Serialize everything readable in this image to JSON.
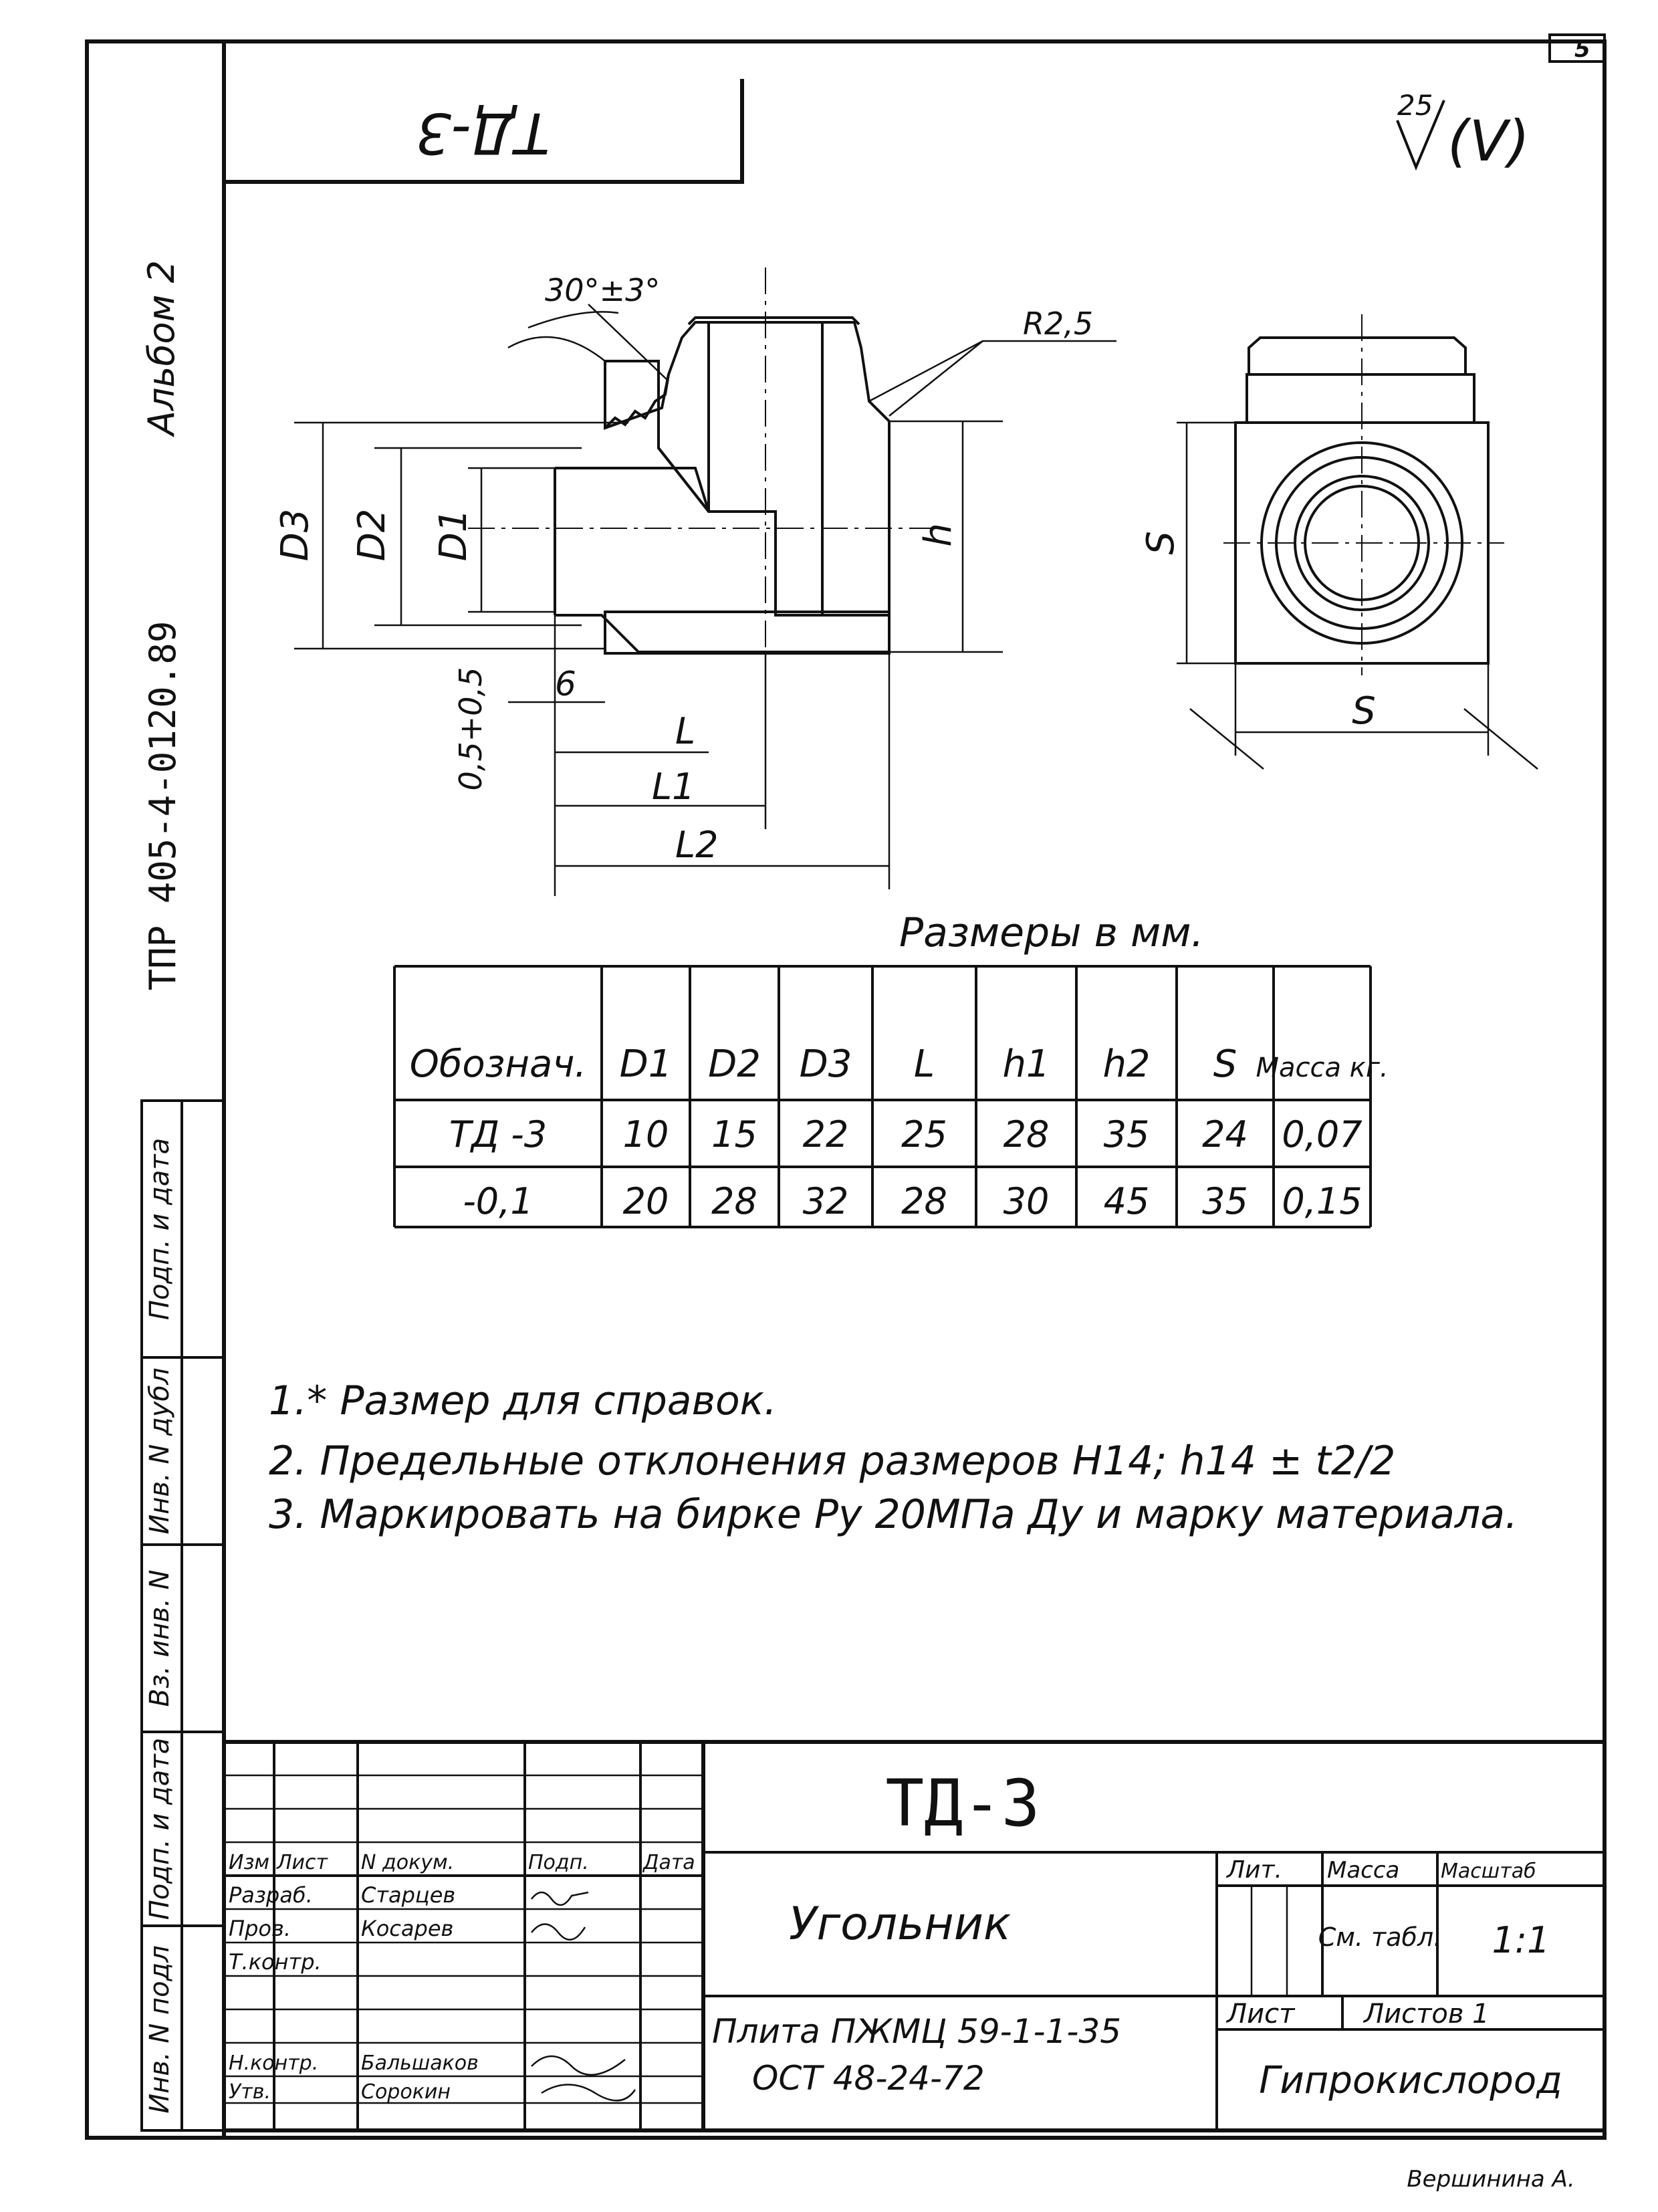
{
  "sheet": {
    "sheet_number": "5",
    "top_stamp": "ТД-3",
    "roughness": {
      "value": "25",
      "note": "(V)"
    }
  },
  "side_margin": {
    "album": "Альбом 2",
    "project": "ТПР 405-4-0120.89",
    "fields": [
      "Инв. N подл",
      "Подп. и дата",
      "Вз. инв. N",
      "Инв. N дубл",
      "Подп. и дата"
    ]
  },
  "drawing_labels": {
    "angle": "30°±3°",
    "radius": "R2,5",
    "d3": "D3",
    "d2": "D2",
    "d1": "D1",
    "h": "h",
    "b": "6",
    "tol": "0,5+0,5",
    "l": "L",
    "l1": "L1",
    "l2": "L2",
    "s_vert": "S",
    "s_horiz": "S"
  },
  "table": {
    "caption": "Размеры в мм.",
    "headers": [
      "Обознач.",
      "D1",
      "D2",
      "D3",
      "L",
      "h1",
      "h2",
      "S",
      "Масса кг."
    ],
    "rows": [
      [
        "ТД -3",
        "10",
        "15",
        "22",
        "25",
        "28",
        "35",
        "24",
        "0,07"
      ],
      [
        "-0,1",
        "20",
        "28",
        "32",
        "28",
        "30",
        "45",
        "35",
        "0,15"
      ]
    ]
  },
  "notes": [
    "1.* Размер для справок.",
    "2. Предельные отклонения размеров Н14; h14 ± t2/2",
    "3. Маркировать на бирке Ру 20МПа Ду и марку материала."
  ],
  "title_block": {
    "designation": "ТД-3",
    "name": "Угольник",
    "material_line1": "Плита ПЖМЦ 59-1-1-35",
    "material_line2": "ОСТ 48-24-72",
    "org": "Гипрокислород",
    "lit_label": "Лит.",
    "mass_label": "Масса",
    "scale_label": "Масштаб",
    "mass_value": "См. табл.",
    "scale_value": "1:1",
    "sheet_label": "Лист",
    "sheets_label": "Листов 1",
    "col_headers": [
      "Изм",
      "Лист",
      "N докум.",
      "Подп.",
      "Дата"
    ],
    "roles": [
      {
        "role": "Разраб.",
        "name": "Старцев"
      },
      {
        "role": "Пров.",
        "name": "Косарев"
      },
      {
        "role": "Т.контр.",
        "name": ""
      },
      {
        "role": "Н.контр.",
        "name": "Бальшаков"
      },
      {
        "role": "Утв.",
        "name": "Сорокин"
      }
    ],
    "footer_sign": "Вершинина А."
  }
}
